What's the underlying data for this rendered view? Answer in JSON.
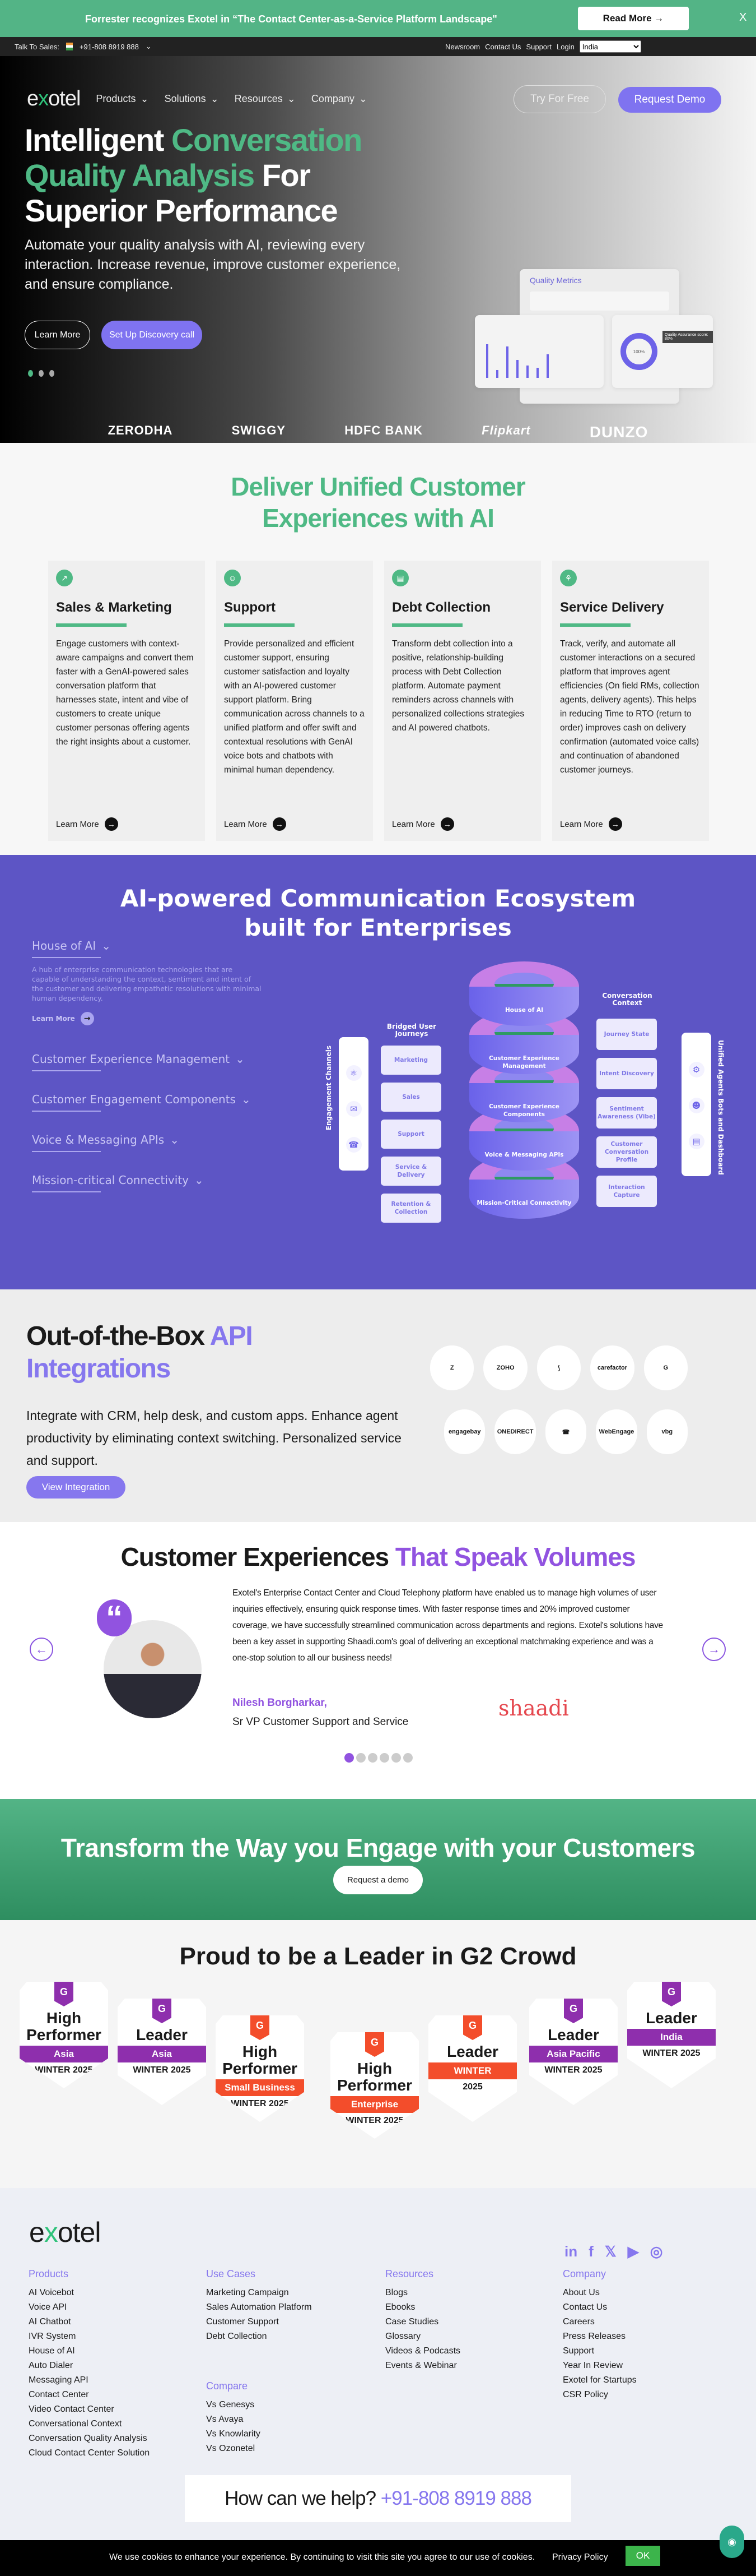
{
  "banner": {
    "text": "Forrester recognizes Exotel in “The Contact Center-as-a-Service Platform Landscape\"",
    "read_more": "Read More →",
    "close": "X"
  },
  "topbar": {
    "talk": "Talk To Sales:",
    "phone": "+91-808 8919 888",
    "links": [
      "Newsroom",
      "Contact Us",
      "Support",
      "Login"
    ],
    "country": "India"
  },
  "nav": {
    "logo": "exotel",
    "items": [
      "Products",
      "Solutions",
      "Resources",
      "Company"
    ],
    "try": "Try For Free",
    "demo": "Request Demo"
  },
  "hero": {
    "h1a": "Intelligent ",
    "h1b": "Conversation Quality Analysis",
    "h1c": " For Superior Performance",
    "desc": "Automate your quality analysis with AI, reviewing every interaction. Increase revenue, improve customer experience, and ensure compliance.",
    "learn": "Learn More",
    "discovery": "Set Up Discovery call",
    "dash_title": "Quality Metrics",
    "dash_tooltip": "Quality Assurance score: 80%",
    "dash_center": "100%",
    "clients": [
      "ZERODHA",
      "SWIGGY",
      "HDFC BANK",
      "Flipkart",
      "DUNZO"
    ]
  },
  "unified": {
    "title": "Deliver Unified Customer Experiences with AI",
    "cards": [
      {
        "title": "Sales & Marketing",
        "desc": "Engage customers with context-aware campaigns and convert them faster with a GenAI-powered sales conversation platform that harnesses state, intent and vibe of customers to create unique customer personas offering agents the right insights about a customer.",
        "link": "Learn More"
      },
      {
        "title": "Support",
        "desc": "Provide personalized and efficient customer support, ensuring customer satisfaction and loyalty with an AI-powered customer support platform. Bring communication across channels to a unified platform and offer swift and contextual resolutions with GenAI voice bots and chatbots with minimal human dependency.",
        "link": "Learn More"
      },
      {
        "title": "Debt Collection",
        "desc": "Transform debt collection into a positive, relationship-building process with Debt Collection platform. Automate payment reminders across channels with personalized collections strategies and AI powered chatbots.",
        "link": "Learn More"
      },
      {
        "title": "Service Delivery",
        "desc": "Track, verify, and automate all customer interactions on a secured platform that improves agent efficiencies (On field RMs, collection agents, delivery agents). This helps in reducing Time to RTO (return to order) improves cash on delivery confirmation (automated voice calls) and continuation of abandoned customer journeys.",
        "link": "Learn More"
      }
    ]
  },
  "ecosystem": {
    "title1": "AI-powered Communication Ecosystem",
    "title2": "built for Enterprises",
    "accordion": [
      {
        "title": "House of AI",
        "desc": "A hub of enterprise communication technologies that are capable of understanding the context, sentiment and intent of the customer and delivering empathetic resolutions with minimal human dependency.",
        "link": "Learn More"
      },
      {
        "title": "Customer Experience Management"
      },
      {
        "title": "Customer Engagement Components"
      },
      {
        "title": "Voice & Messaging APIs"
      },
      {
        "title": "Mission-critical Connectivity"
      }
    ],
    "engagement": "Engagement Channels",
    "bridged": "Bridged User Journeys",
    "journeys": [
      "Marketing",
      "Sales",
      "Support",
      "Service & Delivery",
      "Retention & Collection"
    ],
    "tiers": [
      "House of AI",
      "Customer Experience Management",
      "Customer Experience Components",
      "Voice & Messaging APIs",
      "Mission-Critical Connectivity"
    ],
    "context": "Conversation Context",
    "contexts": [
      "Journey State",
      "Intent Discovery",
      "Sentiment Awareness (Vibe)",
      "Customer Conversation Profile",
      "Interaction Capture"
    ],
    "unified": "Unified Agents Bots and Dashboard"
  },
  "integrations": {
    "t1": "Out-of-the-Box ",
    "t2": "API",
    "t3": "Integrations",
    "desc": "Integrate with CRM, help desk, and custom apps. Enhance agent productivity by eliminating context switching. Personalized service and support.",
    "button": "View Integration",
    "row1": [
      "Z",
      "ZOHO",
      "⟆",
      "carefactor",
      "G"
    ],
    "row2": [
      "engagebay",
      "ONEDIRECT",
      "☎",
      "WebEngage",
      "vbg"
    ]
  },
  "testimonials": {
    "t1": "Customer Experiences ",
    "t2": "That Speak Volumes",
    "quote": "Exotel's Enterprise Contact Center and Cloud Telephony platform have enabled us to manage high volumes of user inquiries effectively, ensuring quick response times. With faster response times and 20% improved customer coverage, we have successfully streamlined communication across departments and regions. Exotel's solutions have been a key asset in supporting Shaadi.com's goal of delivering an exceptional matchmaking experience and was a one-stop solution to all our business needs!",
    "name": "Nilesh Borgharkar,",
    "role": "Sr VP Customer Support and Service",
    "company": "shaadi",
    "slides": 6,
    "active": 0
  },
  "cta": {
    "title": "Transform the Way you Engage with your Customers",
    "button": "Request a demo"
  },
  "g2": {
    "title": "Proud to be a Leader in G2 Crowd",
    "badges": [
      {
        "title": "High Performer",
        "ribbon": "Asia",
        "season": "WINTER 2025",
        "color": "#8e2fad"
      },
      {
        "title": "Leader",
        "ribbon": "Asia",
        "season": "WINTER 2025",
        "color": "#8e2fad"
      },
      {
        "title": "High Performer",
        "ribbon": "Small Business",
        "season": "WINTER 2025",
        "color": "#f34d2b"
      },
      {
        "title": "High Performer",
        "ribbon": "Enterprise",
        "season": "WINTER 2025",
        "color": "#f34d2b"
      },
      {
        "title": "Leader",
        "ribbon": "WINTER",
        "season": "2025",
        "color": "#f34d2b"
      },
      {
        "title": "Leader",
        "ribbon": "Asia Pacific",
        "season": "WINTER 2025",
        "color": "#8e2fad"
      },
      {
        "title": "Leader",
        "ribbon": "India",
        "season": "WINTER 2025",
        "color": "#8e2fad"
      }
    ]
  },
  "footer": {
    "logo": "exotel",
    "social": [
      "in",
      "f",
      "𝕏",
      "▶",
      "◎"
    ],
    "products": {
      "title": "Products",
      "items": [
        "AI Voicebot",
        "Voice API",
        "AI Chatbot",
        "IVR System",
        "House of AI",
        "Auto Dialer",
        "Messaging API",
        "Contact Center",
        "Video Contact Center",
        "Conversational Context",
        "Conversation Quality Analysis",
        "Cloud Contact Center Solution"
      ]
    },
    "usecases": {
      "title": "Use Cases",
      "items": [
        "Marketing Campaign",
        "Sales Automation Platform",
        "Customer Support",
        "Debt Collection"
      ]
    },
    "compare": {
      "title": "Compare",
      "items": [
        "Vs Genesys",
        "Vs Avaya",
        "Vs Knowlarity",
        "Vs Ozonetel"
      ]
    },
    "resources": {
      "title": "Resources",
      "items": [
        "Blogs",
        "Ebooks",
        "Case Studies",
        "Glossary",
        "Videos & Podcasts",
        "Events & Webinar"
      ]
    },
    "company": {
      "title": "Company",
      "items": [
        "About Us",
        "Contact Us",
        "Careers",
        "Press Releases",
        "Support",
        "Year In Review",
        "Exotel for Startups",
        "CSR Policy"
      ]
    },
    "help": "How can we help? ",
    "help_phone": "+91-808 8919 888"
  },
  "cookie": {
    "text": "We use cookies to enhance your experience. By continuing to visit this site you agree to our use of cookies.",
    "policy": "Privacy Policy",
    "ok": "OK"
  }
}
